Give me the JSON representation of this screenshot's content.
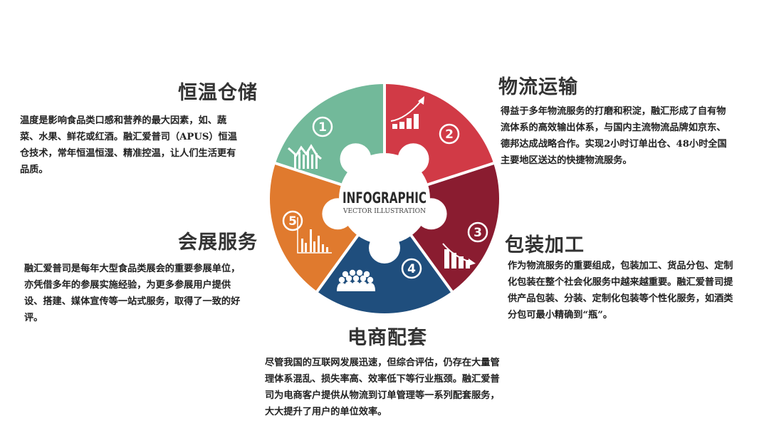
{
  "center": {
    "title": "INFOGRAPHIC",
    "subtitle": "VECTOR ILLUSTRATION"
  },
  "segments": [
    {
      "number": "①",
      "label": "1",
      "color": "#72b99a",
      "icon": "line-chart-bars-icon"
    },
    {
      "number": "②",
      "label": "2",
      "color": "#d13a46",
      "icon": "rising-bar-chart-icon"
    },
    {
      "number": "③",
      "label": "3",
      "color": "#8a1c30",
      "icon": "declining-bar-chart-icon"
    },
    {
      "number": "④",
      "label": "4",
      "color": "#1f4e7d",
      "icon": "people-group-icon"
    },
    {
      "number": "⑤",
      "label": "5",
      "color": "#e07a2e",
      "icon": "bar-chart-axes-icon"
    }
  ],
  "sections": {
    "storage": {
      "title": "恒温仓储",
      "lines": [
        "温度是影响食品类口感和营养的最大因素，如、蔬",
        "菜、水果、鲜花或红酒。融汇爱普司（APUS）恒温",
        "仓技术，常年恒温恒湿、精准控温，让人们生活更有",
        "品质。"
      ]
    },
    "logistics": {
      "title": "物流运输",
      "lines": [
        "得益于多年物流服务的打磨和积淀，融汇形成了自有物",
        "流体系的高效输出体系，与国内主流物流品牌如京东、",
        "德邦达成战略合作。实现2小时订单出仓、48小时全国",
        "主要地区送达的快捷物流服务。"
      ]
    },
    "packaging": {
      "title": "包装加工",
      "lines": [
        "作为物流服务的重要组成，包装加工、货品分包、定制",
        "化包装在整个社会化服务中越来越重要。融汇爱普司提",
        "供产品包装、分装、定制化包装等个性化服务，如酒类",
        "分包可最小精确到“瓶”。"
      ]
    },
    "ecommerce": {
      "title": "电商配套",
      "lines": [
        "尽管我国的互联网发展迅速，但综合评估，仍存在大量管",
        "理体系混乱、损失率高、效率低下等行业瓶颈。融汇爱普",
        "司为电商客户提供从物流到订单管理等一系列配套服务，",
        "大大提升了用户的单位效率。"
      ]
    },
    "exhibition": {
      "title": "会展服务",
      "lines": [
        "融汇爱普司是每年大型食品类展会的重要参展单位，",
        "亦凭借多年的参展实施经验，为更多参展用户提供",
        "设、搭建、媒体宣传等一站式服务，取得了一致的好",
        "评。"
      ]
    }
  }
}
